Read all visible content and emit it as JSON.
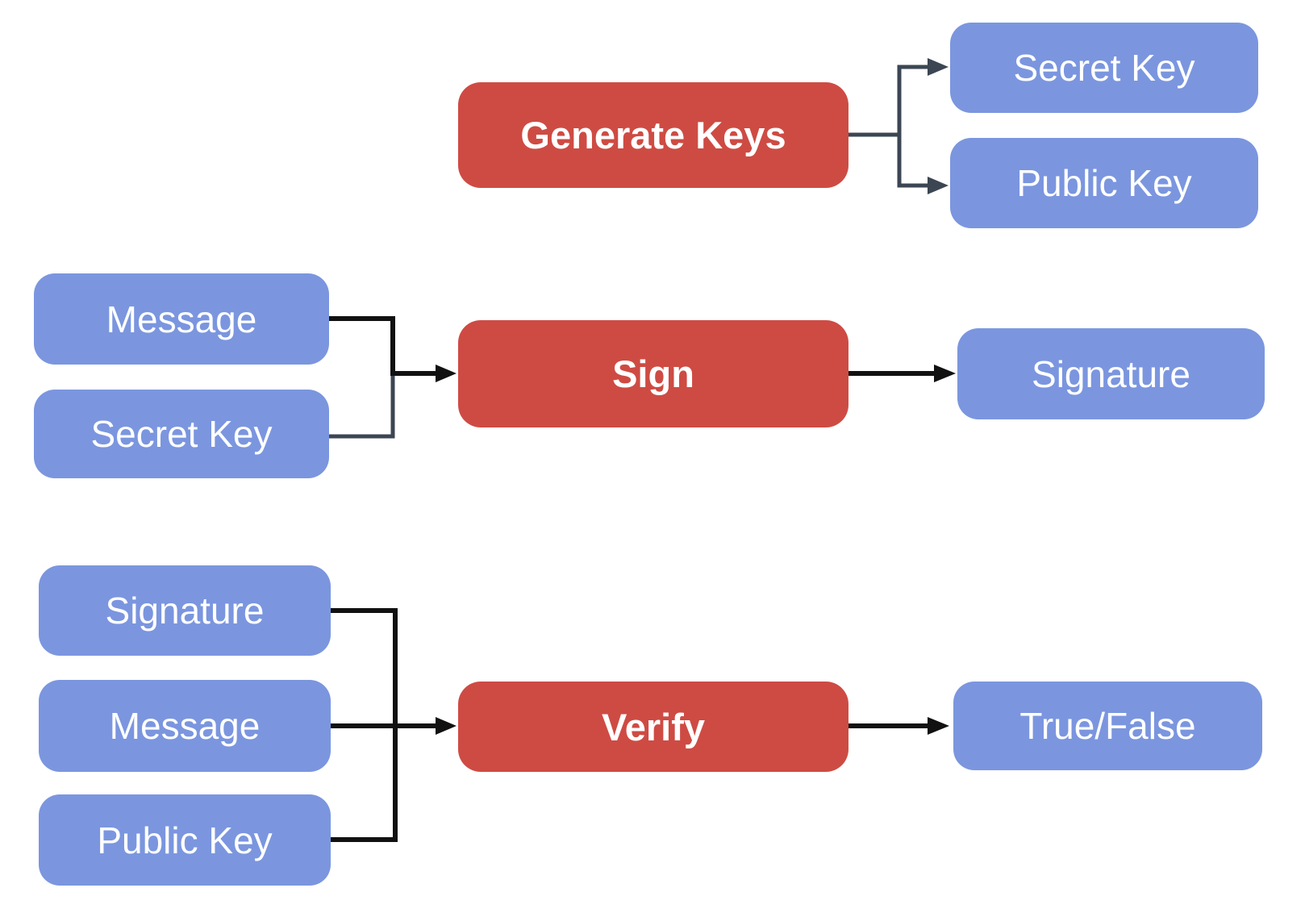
{
  "diagram": {
    "colors": {
      "process": "#ce4b43",
      "data": "#7b96df",
      "line_black": "#111111",
      "line_dark": "#3c4653",
      "label_text": "#ffffff",
      "background": "#ffffff"
    },
    "rows": {
      "generate": {
        "process": "Generate Keys",
        "outputs": [
          "Secret Key",
          "Public Key"
        ]
      },
      "sign": {
        "inputs": [
          "Message",
          "Secret Key"
        ],
        "process": "Sign",
        "output": "Signature"
      },
      "verify": {
        "inputs": [
          "Signature",
          "Message",
          "Public Key"
        ],
        "process": "Verify",
        "output": "True/False"
      }
    }
  }
}
